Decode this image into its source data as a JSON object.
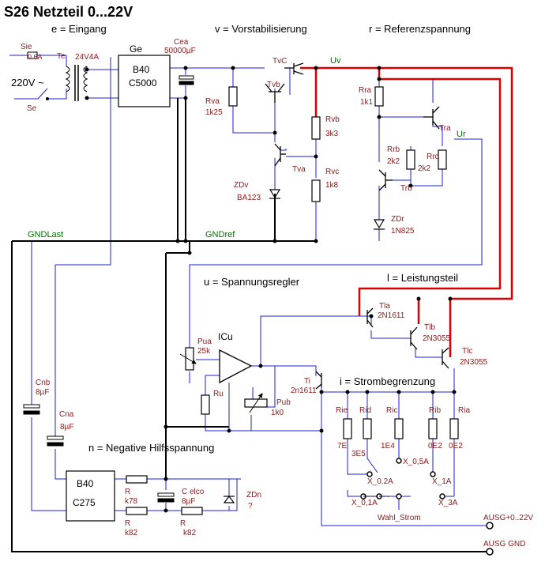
{
  "title": "S26 Netzteil 0...22V",
  "sections": {
    "eingang": "e = Eingang",
    "vorstab": "v = Vorstabilisierung",
    "referenz": "r = Referenzspannung",
    "regler": "u = Spannungsregler",
    "leistung": "l = Leistungsteil",
    "strom": "i = Strombegrenzung",
    "negativ": "n = Negative Hilfsspannung"
  },
  "nets": {
    "uv": "Uv",
    "ur": "Ur",
    "gndlast": "GNDLast",
    "gndref": "GNDref"
  },
  "components": {
    "sie_name": "Sie",
    "sie_val": "0.6A",
    "te_name": "Te",
    "te_val": "24V4A",
    "mains": "220V ~",
    "se_name": "Se",
    "ge_name": "Ge",
    "ge_type1": "B40",
    "ge_type2": "C5000",
    "cea_name": "Cea",
    "cea_val": "50000µF",
    "tvc": "TvC",
    "tvb": "Tvb",
    "tva": "Tva",
    "rva_name": "Rva",
    "rva_val": "1k25",
    "rvb_name": "Rvb",
    "rvb_val": "3k3",
    "rvc_name": "Rvc",
    "rvc_val": "1k8",
    "zdv_name": "ZDv",
    "zdv_val": "BA123",
    "rra_name": "Rra",
    "rra_val": "1k1",
    "tra": "Tra",
    "trb": "Trb",
    "rrb_name": "Rrb",
    "rrb_val": "2k2",
    "rrc_name": "Rrc",
    "rrc_val": "2k2",
    "zdr_name": "ZDr",
    "zdr_val": "1N825",
    "tla_name": "Tla",
    "tla_val": "2N1611",
    "tlb_name": "Tlb",
    "tlb_val": "2N3055",
    "tlc_name": "Tlc",
    "tlc_val": "2N3055",
    "icu": "ICu",
    "pua_name": "Pua",
    "pua_val": "25k",
    "ru": "Ru",
    "pub_name": "Pub",
    "pub_val": "1k0",
    "ti_name": "Ti",
    "ti_val": "2n1611",
    "rie_name": "Rie",
    "rie_val": "7E",
    "rid_name": "Rid",
    "rid_val": "3E5",
    "ric_name": "Ric",
    "ric_val": "1E4",
    "rib_name": "Rib",
    "rib_val": "0E2",
    "ria_name": "Ria",
    "ria_val": "0E2",
    "x02": "X_0,2A",
    "x05": "X_0,5A",
    "x01": "X_0,1A",
    "x1": "X_1A",
    "x3": "X_3A",
    "wahl": "Wahl_Strom",
    "ausg_plus": "AUSG+0..22V",
    "ausg_gnd": "AUSG GND",
    "cnb_name": "Cnb",
    "cnb_val": "8µF",
    "cna_name": "Cna",
    "cna_val": "8µF",
    "b40": "B40",
    "c275": "C275",
    "r1_name": "R",
    "r1_val": "k78",
    "r2_name": "R",
    "r2_val": "k82",
    "r3_name": "R",
    "r3_val": "k82",
    "celco_name": "C elco",
    "celco_val": "8µF",
    "zdn_name": "ZDn",
    "zdn_val": "?"
  },
  "colors": {
    "ground_wire": "#000000",
    "positive_rail": "#dd0000",
    "signal_wire": "#1c1cd8",
    "label_red": "#8b1a1a",
    "net_green": "#007000"
  }
}
